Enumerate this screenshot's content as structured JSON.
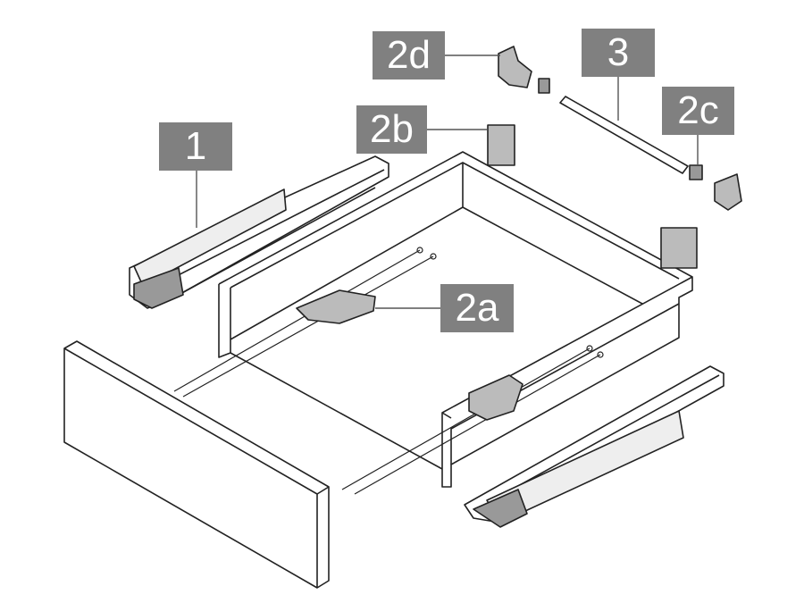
{
  "colors": {
    "label_bg": "#808080",
    "label_text": "#ffffff",
    "line": "#222222"
  },
  "labels": {
    "runner": "1",
    "front_bracket": "2a",
    "rear_bracket_left": "2b",
    "stabiliser_clip_right": "2c",
    "stabiliser_clip_left": "2d",
    "stabiliser_rod": "3"
  }
}
